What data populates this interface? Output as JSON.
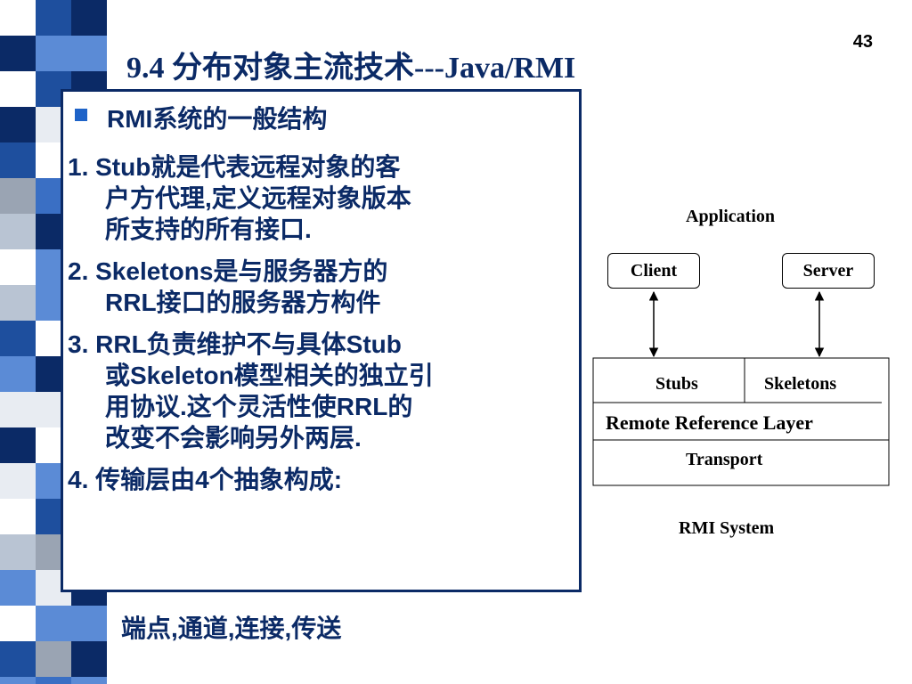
{
  "slide_number": "43",
  "title": "9.4 分布对象主流技术---Java/RMI",
  "heading": "RMI系统的一般结构",
  "items": [
    {
      "lines": [
        "1. Stub就是代表远程对象的客",
        "户方代理,定义远程对象版本",
        "所支持的所有接口."
      ]
    },
    {
      "lines": [
        "2. Skeletons是与服务器方的",
        "RRL接口的服务器方构件"
      ]
    },
    {
      "lines": [
        "3. RRL负责维护不与具体Stub",
        "或Skeleton模型相关的独立引",
        "用协议.这个灵活性使RRL的",
        "改变不会影响另外两层."
      ]
    },
    {
      "lines": [
        "4. 传输层由4个抽象构成:"
      ]
    }
  ],
  "extra_line": "端点,通道,连接,传送",
  "diagram": {
    "application_label": "Application",
    "client_label": "Client",
    "server_label": "Server",
    "stubs_label": "Stubs",
    "skeletons_label": "Skeletons",
    "remote_reference_label": "Remote Reference Layer",
    "transport_label": "Transport",
    "system_label": "RMI System"
  },
  "colors": {
    "title": "#0b2a66",
    "bullet": "#1e63c8"
  }
}
